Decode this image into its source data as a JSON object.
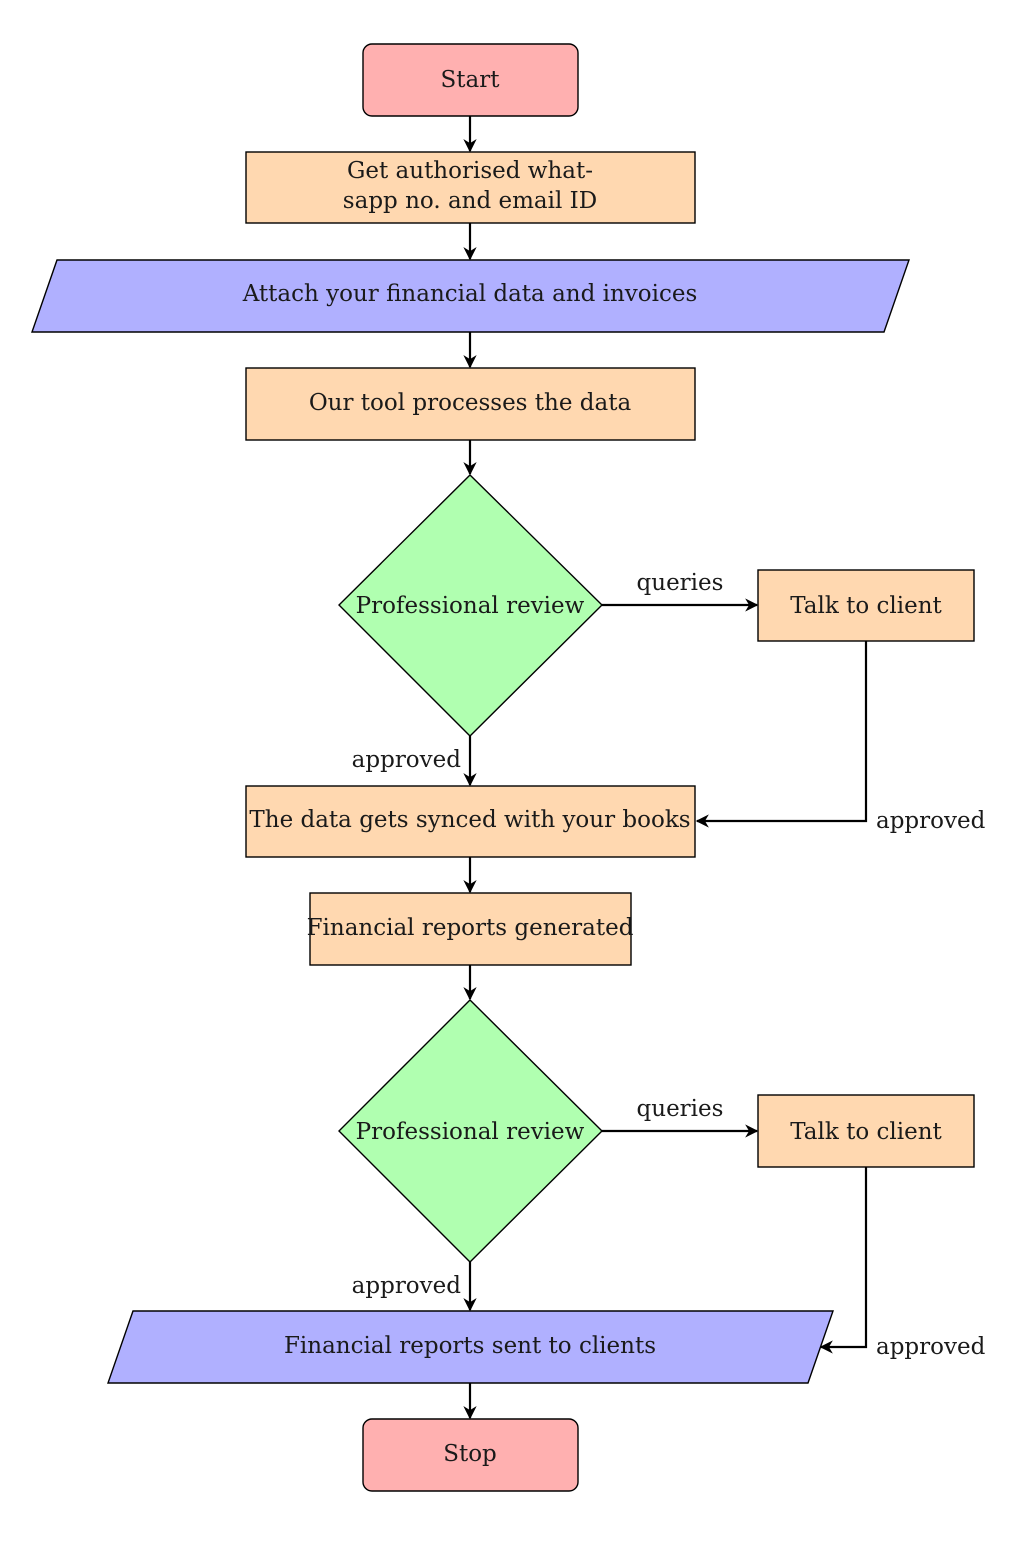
{
  "colors": {
    "terminal": "#ffb0b0",
    "process": "#ffd8b0",
    "io": "#b0b0ff",
    "decision": "#b0ffb0"
  },
  "nodes": {
    "start": "Start",
    "get_contacts_line1": "Get authorised what-",
    "get_contacts_line2": "sapp no. and email ID",
    "attach": "Attach your financial data and invoices",
    "process": "Our tool processes the data",
    "review1": "Professional review",
    "talk1": "Talk to client",
    "sync": "The data gets synced with your books",
    "reports": "Financial reports generated",
    "review2": "Professional review",
    "talk2": "Talk to client",
    "sent": "Financial reports sent to clients",
    "stop": "Stop"
  },
  "edges": {
    "review1_queries": "queries",
    "review1_approved": "approved",
    "talk1_approved": "approved",
    "review2_queries": "queries",
    "review2_approved": "approved",
    "talk2_approved": "approved"
  }
}
